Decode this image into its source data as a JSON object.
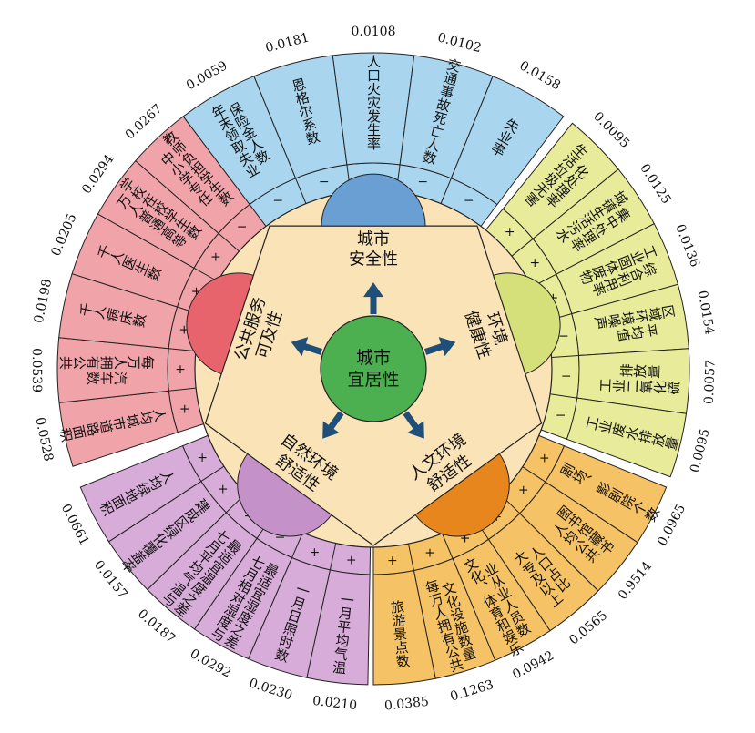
{
  "center": {
    "label": "城市\n宜居性",
    "color": "#4caf50"
  },
  "ring_color": "#fbe3b8",
  "arrow_color": "#1f4e79",
  "dimensions": [
    {
      "id": "safety",
      "label": "城市\n安全性",
      "color": "#6a9fd4",
      "sector_color": "#a9d6ee",
      "indicators": [
        {
          "name": "年末领取失业\n保险金人数",
          "sign": "−",
          "weight": "0.0059"
        },
        {
          "name": "恩格尔系数",
          "sign": "−",
          "weight": "0.0181"
        },
        {
          "name": "人口火灾发生率",
          "sign": "−",
          "weight": "0.0108"
        },
        {
          "name": "交通事故死亡人数",
          "sign": "−",
          "weight": "0.0102"
        },
        {
          "name": "失业率",
          "sign": "−",
          "weight": "0.0158"
        }
      ]
    },
    {
      "id": "health",
      "label": "环境\n健康性",
      "color": "#d6e07a",
      "sector_color": "#e8ec9a",
      "indicators": [
        {
          "name": "生活垃圾无害\n化处理率",
          "sign": "+",
          "weight": "0.0095"
        },
        {
          "name": "城镇生活污水\n集中处理率",
          "sign": "+",
          "weight": "0.0125"
        },
        {
          "name": "工业固体废物\n综合利用率",
          "sign": "+",
          "weight": "0.0136"
        },
        {
          "name": "区域环境噪声\n平均值",
          "sign": "−",
          "weight": "0.0154"
        },
        {
          "name": "工业二氧化硫\n排放量",
          "sign": "−",
          "weight": "0.0057"
        },
        {
          "name": "工业废水排放量",
          "sign": "−",
          "weight": "0.0095"
        }
      ]
    },
    {
      "id": "culture",
      "label": "人文环境\n舒适性",
      "color": "#e8861e",
      "sector_color": "#f5c266",
      "indicators": [
        {
          "name": "剧场、影剧院个数",
          "sign": "+",
          "weight": "0.0965"
        },
        {
          "name": "人均公共\n图书馆藏书",
          "sign": "+",
          "weight": "0.9514"
        },
        {
          "name": "大专及以上\n人口占比",
          "sign": "+",
          "weight": "0.0565"
        },
        {
          "name": "文化、体育和娱乐\n业从业人员数",
          "sign": "+",
          "weight": "0.0942"
        },
        {
          "name": "每万人拥有公共\n文化设施数量",
          "sign": "+",
          "weight": "0.1263"
        },
        {
          "name": "旅游景点数",
          "sign": "+",
          "weight": "0.0385"
        }
      ]
    },
    {
      "id": "nature",
      "label": "自然环境\n舒适性",
      "color": "#c591c9",
      "sector_color": "#d8acd8",
      "indicators": [
        {
          "name": "一月平均气温",
          "sign": "+",
          "weight": "0.0210"
        },
        {
          "name": "一月日照时数",
          "sign": "+",
          "weight": "0.0230"
        },
        {
          "name": "七月相对湿度与\n最适宜湿度之差",
          "sign": "−",
          "weight": "0.0292"
        },
        {
          "name": "七月平均气温与\n最适宜温度之差",
          "sign": "−",
          "weight": "0.0187"
        },
        {
          "name": "建成区绿化覆盖率",
          "sign": "+",
          "weight": "0.0157"
        },
        {
          "name": "人均绿地面积",
          "sign": "+",
          "weight": "0.0661"
        }
      ]
    },
    {
      "id": "service",
      "label": "公共服务\n可及性",
      "color": "#e8646c",
      "sector_color": "#f1a3aa",
      "indicators": [
        {
          "name": "人均城市道路面积",
          "sign": "+",
          "weight": "0.0528"
        },
        {
          "name": "每万人拥有公共\n汽车数",
          "sign": "+",
          "weight": "0.0539"
        },
        {
          "name": "千人病床数",
          "sign": "+",
          "weight": "0.0198"
        },
        {
          "name": "千人医生数",
          "sign": "+",
          "weight": "0.0205"
        },
        {
          "name": "万人普通高等\n学校在校学生数",
          "sign": "+",
          "weight": "0.0294"
        },
        {
          "name": "中小学专任\n教师负担学生数",
          "sign": "−",
          "weight": "0.0267"
        }
      ]
    }
  ]
}
